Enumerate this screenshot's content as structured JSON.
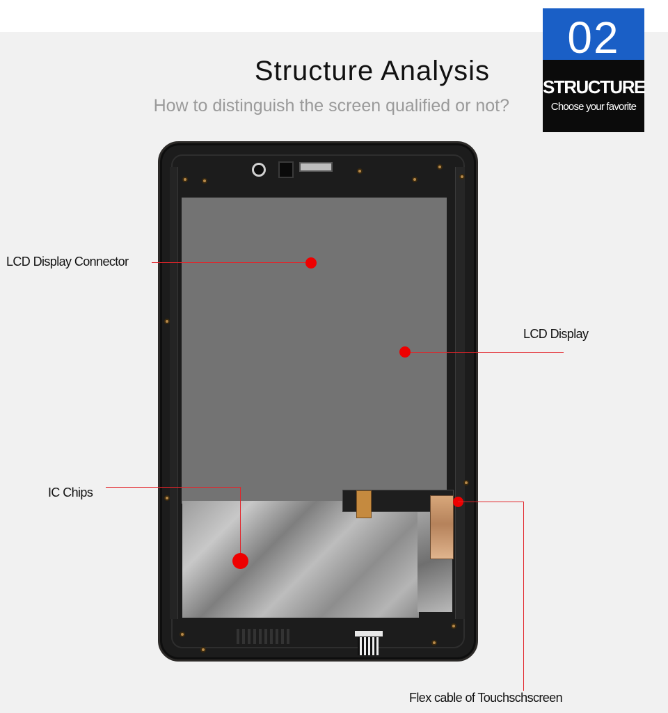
{
  "badge": {
    "number": "02",
    "word": "STRUCTURE",
    "tagline": "Choose your favorite",
    "accent_color": "#1a5fc6"
  },
  "header": {
    "title": "Structure Analysis",
    "subtitle": "How to distinguish the screen qualified or not?"
  },
  "callouts": [
    {
      "id": "lcd-display-connector",
      "label": "LCD Display Connector"
    },
    {
      "id": "lcd-display",
      "label": "LCD Display"
    },
    {
      "id": "ic-chips",
      "label": "IC Chips"
    },
    {
      "id": "flex-cable",
      "label": "Flex cable of Touchschscreen"
    }
  ],
  "colors": {
    "callout_red": "#ee0000",
    "leader_line": "#e2242a",
    "lcd_panel": "#737373",
    "frame": "#1c1c1c"
  }
}
